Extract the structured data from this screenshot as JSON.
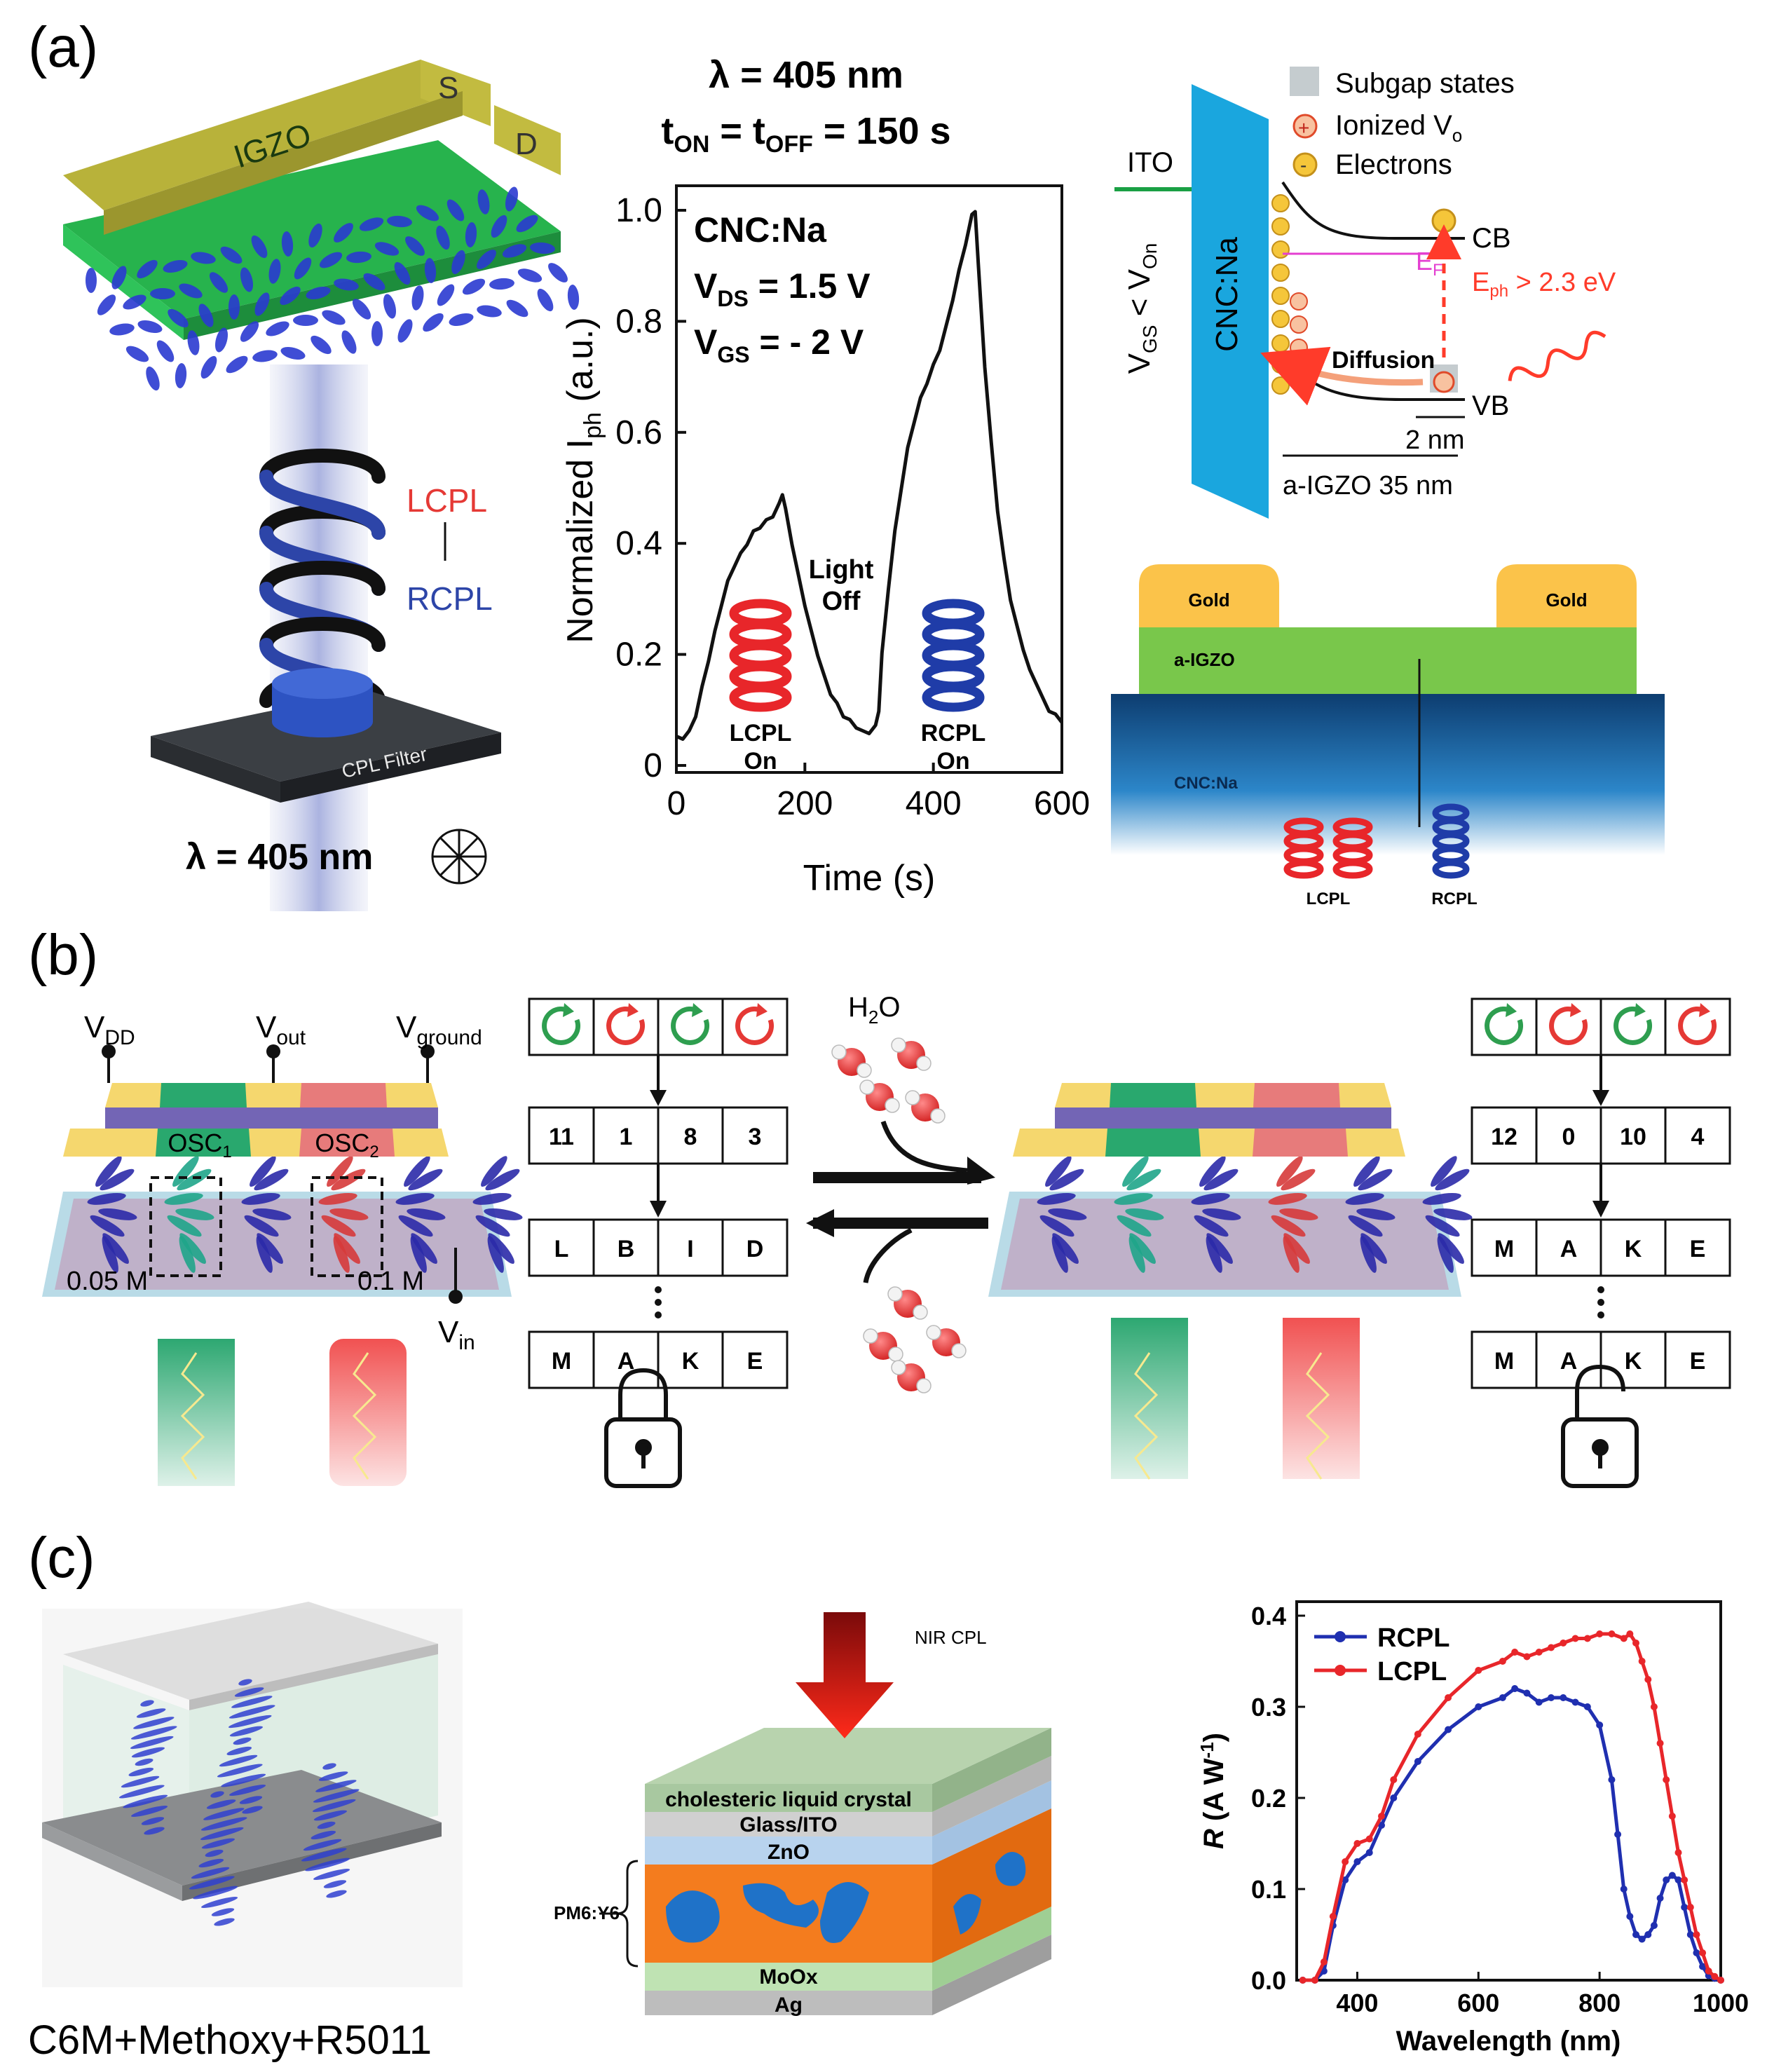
{
  "panels": {
    "a": {
      "label": "(a)",
      "device": {
        "igzo": "IGZO",
        "source": "S",
        "drain": "D",
        "lcpl": "LCPL",
        "rcpl": "RCPL",
        "filter": "CPL Filter",
        "wavelength": "λ = 405 nm"
      },
      "plot_title_1": "λ = 405 nm",
      "plot_title_2_main": "t",
      "plot_title_2_sub1": "ON",
      "plot_title_2_mid": " = t",
      "plot_title_2_sub2": "OFF",
      "plot_title_2_end": " = 150 s",
      "anno": {
        "material": "CNC:Na",
        "vds_main": "V",
        "vds_sub": "DS",
        "vds_val": " = 1.5 V",
        "vgs_main": "V",
        "vgs_sub": "GS",
        "vgs_val": " = - 2 V",
        "light_off_1": "Light",
        "light_off_2": "Off",
        "lcpl_on_1": "LCPL",
        "lcpl_on_2": "On",
        "rcpl_on_1": "RCPL",
        "rcpl_on_2": "On"
      },
      "band": {
        "legend_subgap": "Subgap states",
        "legend_ionized_main": "Ionized V",
        "legend_ionized_sub": "o",
        "legend_electrons": "Electrons",
        "ito": "ITO",
        "cnc": "CNC:Na",
        "vgs_main": "V",
        "vgs_sub": "GS",
        "vgs_mid": " < V",
        "vgs_sub2": "On",
        "cb": "CB",
        "vb": "VB",
        "ef_main": "E",
        "ef_sub": "F",
        "eph_main": "E",
        "eph_sub": "ph",
        "eph_val": " > 2.3 eV",
        "diffusion": "Diffusion",
        "two_nm": "2 nm",
        "igzo_thickness": "a-IGZO 35 nm"
      },
      "stack": {
        "gold_left": "Gold",
        "gold_right": "Gold",
        "igzo": "a-IGZO",
        "cnc": "CNC:Na",
        "lcpl": "LCPL",
        "rcpl": "RCPL"
      }
    },
    "b": {
      "label": "(b)",
      "vdd_main": "V",
      "vdd_sub": "DD",
      "vout_main": "V",
      "vout_sub": "out",
      "vground_main": "V",
      "vground_sub": "ground",
      "vin_main": "V",
      "vin_sub": "in",
      "osc1_main": "OSC",
      "osc1_sub": "1",
      "osc2_main": "OSC",
      "osc2_sub": "2",
      "conc1": "0.05 M",
      "conc2": "0.1 M",
      "water_main": "H",
      "water_sub": "2",
      "water_end": "O",
      "left_codes": [
        "11",
        "1",
        "8",
        "3"
      ],
      "left_letters": [
        "L",
        "B",
        "I",
        "D"
      ],
      "left_result": [
        "M",
        "A",
        "K",
        "E"
      ],
      "right_codes": [
        "12",
        "0",
        "10",
        "4"
      ],
      "right_letters": [
        "M",
        "A",
        "K",
        "E"
      ],
      "right_result": [
        "M",
        "A",
        "K",
        "E"
      ],
      "icons": [
        "lock-icon",
        "unlock-icon",
        "circular-arrow-icon"
      ],
      "colors": {
        "green": "#2e9e4f",
        "red": "#e53935"
      }
    },
    "c": {
      "label": "(c)",
      "cell_label": "C6M+Methoxy+R5011",
      "stack": {
        "nir": "NIR CPL",
        "clc": "cholesteric liquid crystal",
        "glass": "Glass/ITO",
        "zno": "ZnO",
        "pm6": "PM6:Y6",
        "moox": "MoOx",
        "ag": "Ag"
      }
    }
  },
  "chart_data": [
    {
      "type": "line",
      "xlabel": "Time (s)",
      "ylabel": "Normalized I",
      "ylabel_sub": "ph",
      "ylabel_unit": " (a.u.)",
      "xlim": [
        0,
        600
      ],
      "ylim": [
        0,
        1.0
      ],
      "xticks": [
        "0",
        "200",
        "400",
        "600"
      ],
      "yticks": [
        "0",
        "0.2",
        "0.4",
        "0.6",
        "0.8",
        "1.0"
      ],
      "series": [
        {
          "color": "#111111",
          "x": [
            0,
            10,
            20,
            30,
            40,
            50,
            60,
            70,
            80,
            90,
            100,
            110,
            120,
            130,
            140,
            150,
            160,
            165,
            170,
            180,
            190,
            200,
            210,
            220,
            230,
            240,
            250,
            260,
            270,
            280,
            290,
            300,
            310,
            315,
            320,
            330,
            340,
            350,
            360,
            370,
            380,
            390,
            400,
            410,
            420,
            430,
            440,
            450,
            460,
            465,
            470,
            480,
            490,
            500,
            510,
            520,
            530,
            540,
            550,
            560,
            570,
            580,
            590,
            600
          ],
          "y": [
            0.05,
            0.05,
            0.06,
            0.09,
            0.14,
            0.19,
            0.24,
            0.29,
            0.33,
            0.36,
            0.38,
            0.4,
            0.42,
            0.43,
            0.44,
            0.45,
            0.47,
            0.49,
            0.46,
            0.4,
            0.34,
            0.29,
            0.24,
            0.2,
            0.16,
            0.13,
            0.11,
            0.09,
            0.08,
            0.07,
            0.06,
            0.06,
            0.07,
            0.1,
            0.2,
            0.32,
            0.42,
            0.5,
            0.57,
            0.62,
            0.66,
            0.69,
            0.72,
            0.75,
            0.79,
            0.84,
            0.89,
            0.94,
            0.99,
            1.0,
            0.9,
            0.72,
            0.58,
            0.46,
            0.37,
            0.3,
            0.25,
            0.21,
            0.17,
            0.15,
            0.12,
            0.1,
            0.09,
            0.08
          ]
        }
      ]
    },
    {
      "type": "line",
      "xlabel": "Wavelength (nm)",
      "ylabel_main": "R",
      "ylabel_unit": " (A W",
      "ylabel_sup": "-1",
      "ylabel_close": ")",
      "xlim": [
        300,
        1000
      ],
      "ylim": [
        0,
        0.4
      ],
      "xticks": [
        "400",
        "600",
        "800",
        "1000"
      ],
      "yticks": [
        "0.0",
        "0.1",
        "0.2",
        "0.3",
        "0.4"
      ],
      "legend": "top-left",
      "series": [
        {
          "name": "RCPL",
          "color": "#1f2fb0",
          "x": [
            310,
            330,
            345,
            360,
            380,
            400,
            420,
            440,
            460,
            500,
            550,
            600,
            640,
            660,
            680,
            700,
            720,
            740,
            760,
            780,
            800,
            820,
            830,
            840,
            850,
            860,
            870,
            880,
            890,
            900,
            910,
            920,
            930,
            940,
            950,
            960,
            970,
            980,
            990,
            1000
          ],
          "y": [
            0.0,
            0.0,
            0.01,
            0.06,
            0.11,
            0.13,
            0.14,
            0.17,
            0.2,
            0.24,
            0.275,
            0.3,
            0.31,
            0.32,
            0.315,
            0.305,
            0.31,
            0.31,
            0.305,
            0.3,
            0.28,
            0.22,
            0.16,
            0.1,
            0.07,
            0.05,
            0.045,
            0.05,
            0.06,
            0.09,
            0.11,
            0.115,
            0.11,
            0.08,
            0.05,
            0.03,
            0.015,
            0.005,
            0.002,
            0.0
          ]
        },
        {
          "name": "LCPL",
          "color": "#e8262a",
          "x": [
            310,
            330,
            345,
            360,
            380,
            400,
            420,
            440,
            460,
            500,
            550,
            600,
            640,
            660,
            680,
            700,
            720,
            740,
            760,
            780,
            800,
            820,
            840,
            850,
            860,
            870,
            880,
            890,
            900,
            910,
            920,
            930,
            940,
            950,
            960,
            970,
            980,
            990,
            1000
          ],
          "y": [
            0.0,
            0.0,
            0.02,
            0.07,
            0.13,
            0.15,
            0.155,
            0.18,
            0.22,
            0.27,
            0.31,
            0.34,
            0.35,
            0.36,
            0.355,
            0.36,
            0.365,
            0.37,
            0.375,
            0.375,
            0.38,
            0.38,
            0.375,
            0.38,
            0.37,
            0.35,
            0.33,
            0.3,
            0.26,
            0.22,
            0.18,
            0.14,
            0.11,
            0.08,
            0.05,
            0.03,
            0.01,
            0.004,
            0.0
          ]
        }
      ]
    }
  ]
}
